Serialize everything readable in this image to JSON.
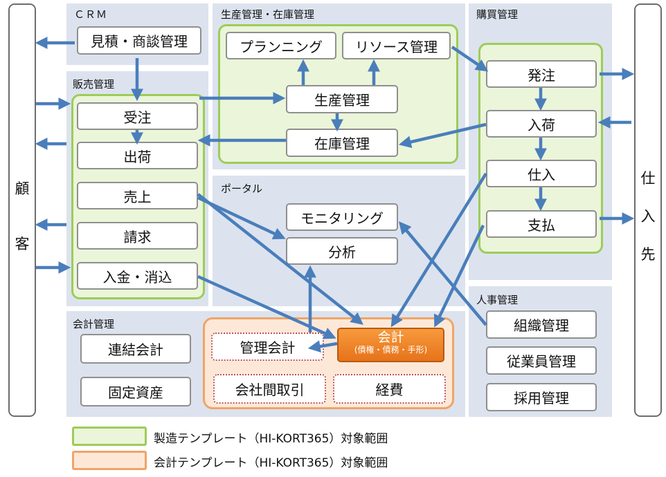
{
  "panels": {
    "crm": "ＣＲＭ",
    "sales": "販売管理",
    "production": "生産管理・在庫管理",
    "portal": "ポータル",
    "purchasing": "購買管理",
    "hr": "人事管理",
    "accounting": "会計管理"
  },
  "sides": {
    "customer": [
      "顧",
      "客"
    ],
    "supplier": [
      "仕",
      "入",
      "先"
    ]
  },
  "boxes": {
    "estimate": "見積・商談管理",
    "order_received": "受注",
    "shipping": "出荷",
    "sales": "売上",
    "billing": "請求",
    "payment_clearing": "入金・消込",
    "planning": "プランニング",
    "resource": "リソース管理",
    "production": "生産管理",
    "inventory": "在庫管理",
    "monitoring": "モニタリング",
    "analysis": "分析",
    "purchase_order": "発注",
    "receiving": "入荷",
    "purchase": "仕入",
    "payment": "支払",
    "organization": "組織管理",
    "employee": "従業員管理",
    "recruiting": "採用管理",
    "consolidated": "連結会計",
    "fixed_assets": "固定資産",
    "management_accounting": "管理会計",
    "accounting_main": "会計",
    "accounting_sub": "(債権・債務・手形)",
    "intercompany": "会社間取引",
    "expenses": "経費"
  },
  "legend": {
    "manufacturing": "製造テンプレート（HI-KORT365）対象範囲",
    "accounting": "会計テンプレート（HI-KORT365）対象範囲"
  },
  "colors": {
    "arrow": "#4a7ebb",
    "green_border": "#9dcc5a",
    "green_fill": "#ebf5d9",
    "orange_border": "#f0a467",
    "orange_fill": "#fde8d8",
    "accounting_box": "#f08a2c",
    "panel": "#dce3ee"
  }
}
